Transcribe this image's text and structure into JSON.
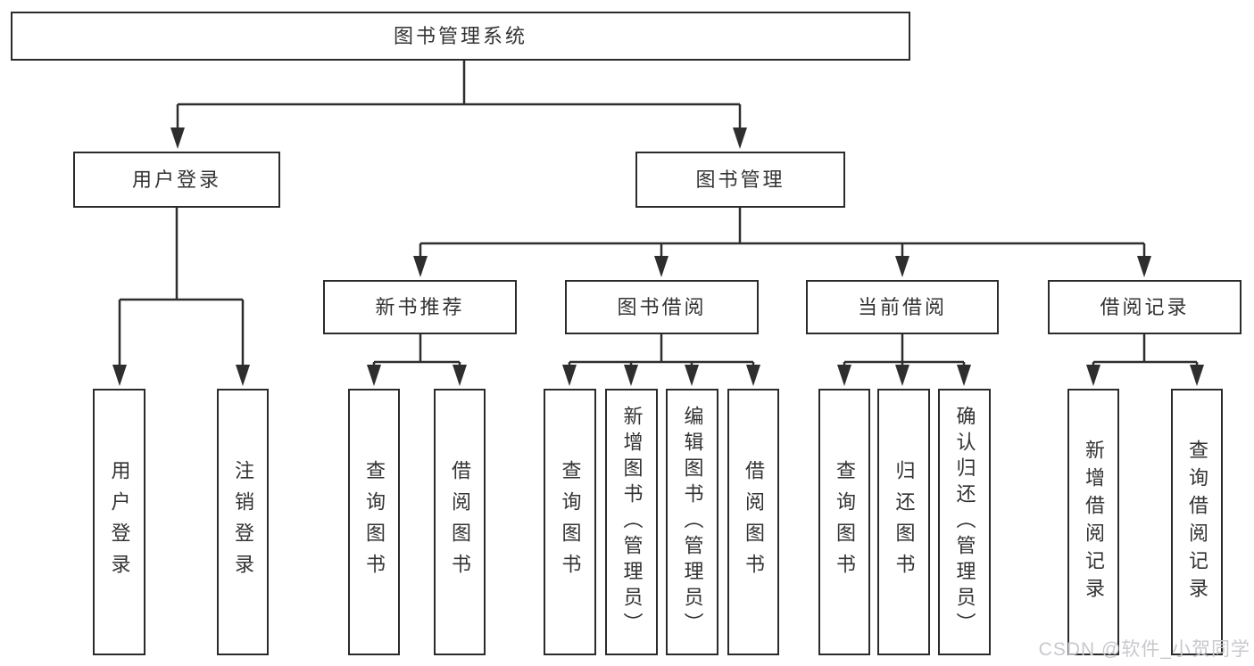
{
  "colors": {
    "line": "#2e2e2e",
    "box_border": "#2b2b2b",
    "text": "#333333",
    "background": "#ffffff",
    "watermark": "#c8c8cd"
  },
  "root": {
    "label": "图书管理系统"
  },
  "user_login_branch": {
    "label": "用户登录",
    "children": [
      {
        "label": "用户登录"
      },
      {
        "label": "注销登录"
      }
    ]
  },
  "book_mgmt_branch": {
    "label": "图书管理",
    "children": [
      {
        "label": "新书推荐",
        "children": [
          {
            "label": "查询图书"
          },
          {
            "label": "借阅图书"
          }
        ]
      },
      {
        "label": "图书借阅",
        "children": [
          {
            "label": "查询图书"
          },
          {
            "label": "新增图书（管理员）"
          },
          {
            "label": "编辑图书（管理员）"
          },
          {
            "label": "借阅图书"
          }
        ]
      },
      {
        "label": "当前借阅",
        "children": [
          {
            "label": "查询图书"
          },
          {
            "label": "归还图书"
          },
          {
            "label": "确认归还（管理员）"
          }
        ]
      },
      {
        "label": "借阅记录",
        "children": [
          {
            "label": "新增借阅记录"
          },
          {
            "label": "查询借阅记录"
          }
        ]
      }
    ]
  },
  "watermark": {
    "text": "CSDN @软件_小贺同学"
  }
}
